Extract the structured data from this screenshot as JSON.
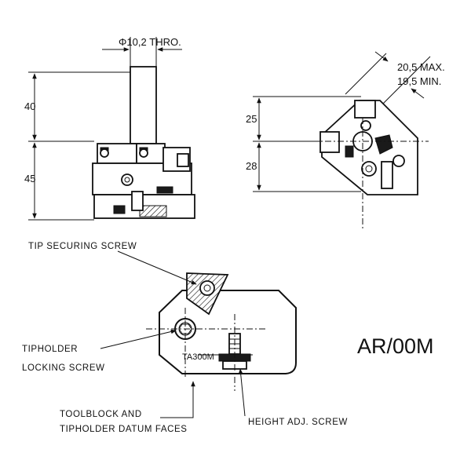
{
  "dimensions": {
    "bore": "Φ10,2 THRO.",
    "height_upper": "40",
    "height_lower": "45",
    "side_upper": "25",
    "side_lower": "28",
    "max": "20,5 MAX.",
    "min": "19,5 MIN."
  },
  "labels": {
    "tip_securing_screw": "TIP SECURING SCREW",
    "tipholder_line1": "TIPHOLDER",
    "tipholder_line2": "LOCKING SCREW",
    "tipholder_code": "TA300M",
    "datum_line1": "TOOLBLOCK AND",
    "datum_line2": "TIPHOLDER DATUM FACES",
    "height_adj_screw": "HEIGHT ADJ. SCREW"
  },
  "title": "AR/00M"
}
